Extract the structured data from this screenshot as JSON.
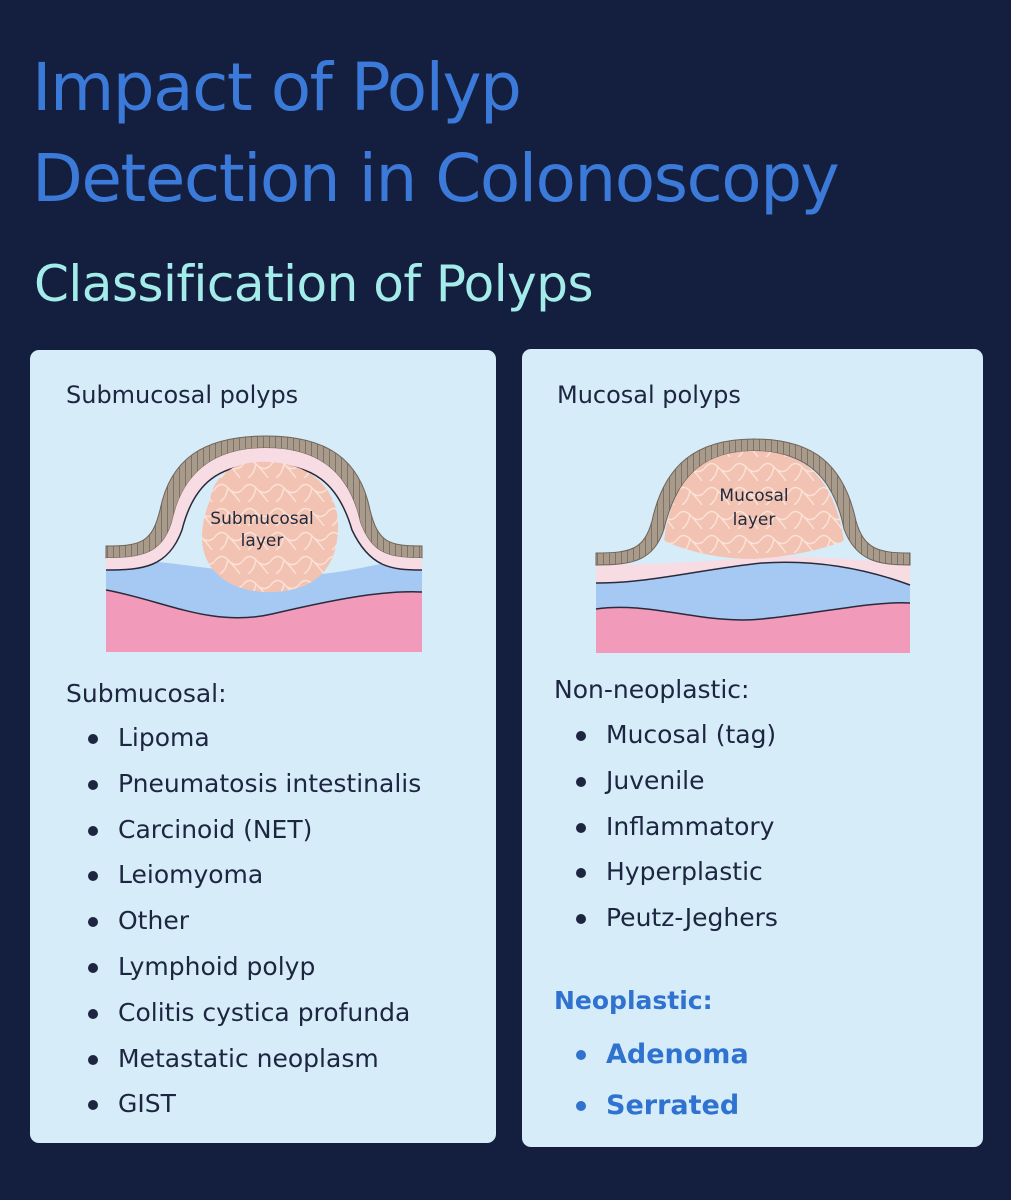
{
  "title": {
    "line1": "Impact of Polyp",
    "line2": "Detection in Colonoscopy"
  },
  "subtitle": "Classification of Polyps",
  "colors": {
    "background": "#141f3f",
    "title": "#3b7ad9",
    "subtitle": "#a4ecea",
    "card": "#d6ecf8",
    "neoplastic_accent": "#2f72d0"
  },
  "submucosal_card": {
    "heading": "Submucosal polyps",
    "illustration_label_line1": "Submucosal",
    "illustration_label_line2": "layer",
    "group_heading": "Submucosal:",
    "items": [
      "Lipoma",
      "Pneumatosis intestinalis",
      "Carcinoid (NET)",
      "Leiomyoma",
      "Other",
      "Lymphoid polyp",
      "Colitis cystica profunda",
      "Metastatic neoplasm",
      "GIST"
    ]
  },
  "mucosal_card": {
    "heading": "Mucosal polyps",
    "illustration_label_line1": "Mucosal",
    "illustration_label_line2": "layer",
    "non_neoplastic_heading": "Non-neoplastic:",
    "non_neoplastic_items": [
      "Mucosal (tag)",
      "Juvenile",
      "Inflammatory",
      "Hyperplastic",
      "Peutz-Jeghers"
    ],
    "neoplastic_heading": "Neoplastic:",
    "neoplastic_items": [
      "Adenoma",
      "Serrated"
    ]
  }
}
